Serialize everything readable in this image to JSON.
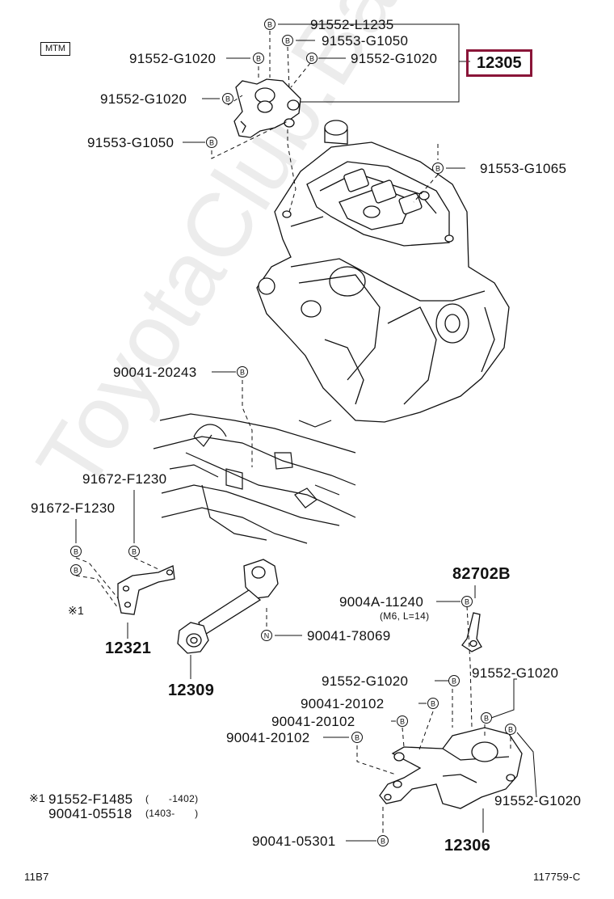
{
  "diagram": {
    "tag": "MTM",
    "highlight_part": "12305",
    "watermark": "ToyotaClub.Base.ru",
    "footer_left": "11B7",
    "footer_right": "117759-C",
    "parts": {
      "p_l1235": "91552-L1235",
      "p_g1050a": "91553-G1050",
      "p_g1020a": "91552-G1020",
      "p_g1020b": "91552-G1020",
      "p_g1020c": "91552-G1020",
      "p_g1050b": "91553-G1050",
      "p_g1065": "91553-G1065",
      "p_20243": "90041-20243",
      "p_f1230a": "91672-F1230",
      "p_f1230b": "91672-F1230",
      "mark1": "※1",
      "p_12321": "12321",
      "p_12309": "12309",
      "p_78069": "90041-78069",
      "p_82702b": "82702B",
      "p_11240": "9004A-11240",
      "p_11240_note": "(M6, L=14)",
      "p_g1020d": "91552-G1020",
      "p_g1020e": "91552-G1020",
      "p_20102a": "90041-20102",
      "p_20102b": "90041-20102",
      "p_20102c": "90041-20102",
      "p_g1020f": "91552-G1020",
      "fn1_mark": "※1",
      "fn1_part": "91552-F1485",
      "fn1_range": "(　　-1402)",
      "fn2_part": "90041-05518",
      "fn2_range": "(1403-　　)",
      "p_05301": "90041-05301",
      "p_12306": "12306"
    },
    "bolt_glyph": "B",
    "nut_glyph": "N"
  }
}
